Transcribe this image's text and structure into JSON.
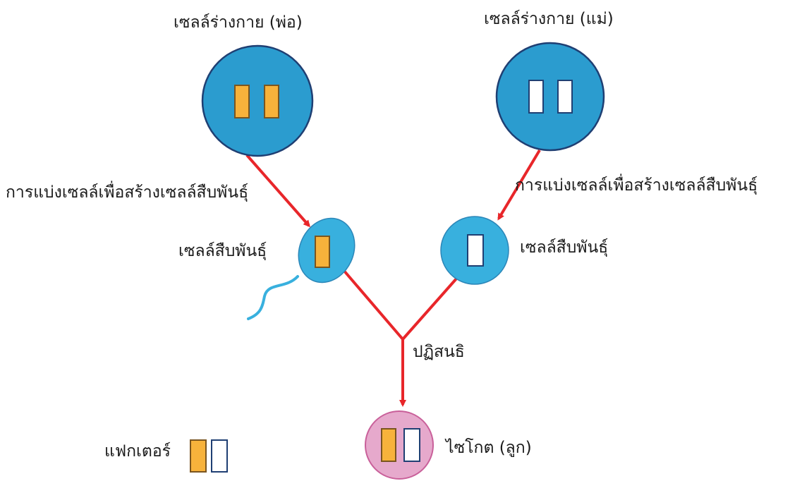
{
  "labels": {
    "father_somatic": "เซลล์ร่างกาย (พ่อ)",
    "mother_somatic": "เซลล์ร่างกาย (แม่)",
    "meiosis_left": "การแบ่งเซลล์เพื่อสร้างเซลล์สืบพันธุ์",
    "meiosis_right": "การแบ่งเซลล์เพื่อสร้างเซลล์สืบพันธุ์",
    "gamete_left": "เซลล์สืบพันธุ์",
    "gamete_right": "เซลล์สืบพันธุ์",
    "fertilization": "ปฏิสนธิ",
    "zygote": "ไซโกต (ลูก)",
    "legend": "แฟกเตอร์"
  },
  "colors": {
    "cell_blue_dark": "#2b9ccf",
    "cell_blue_light": "#38b0de",
    "cell_outline": "#1f3f73",
    "zygote_fill": "#e6a9cc",
    "zygote_outline": "#c9609a",
    "arrow_red": "#e8262a",
    "factor_orange": "#f7b23b",
    "factor_orange_outline": "#7a5520",
    "factor_white": "#ffffff",
    "factor_white_outline": "#1f3f73"
  }
}
